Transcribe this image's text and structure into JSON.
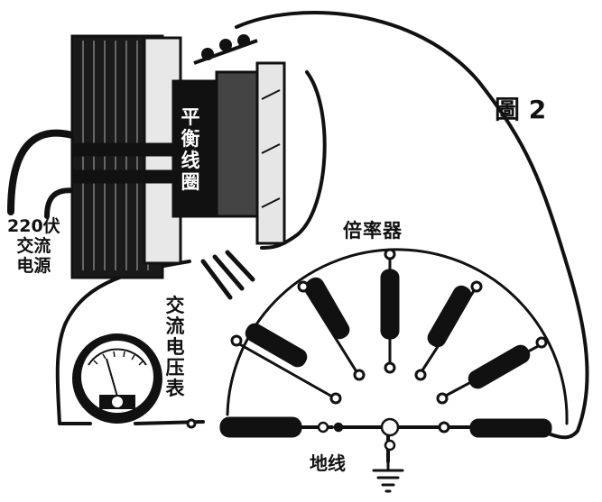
{
  "figure_label": "圖 2",
  "labels": {
    "multiplier": "倍率器",
    "ground_wire": "地线",
    "ac_voltmeter": "交流电压表",
    "balance_coil": "平衡线圈",
    "power_source": [
      "220伏",
      "交流",
      "电源"
    ]
  },
  "colors": {
    "ink": "#111111",
    "paper": "#ffffff"
  }
}
